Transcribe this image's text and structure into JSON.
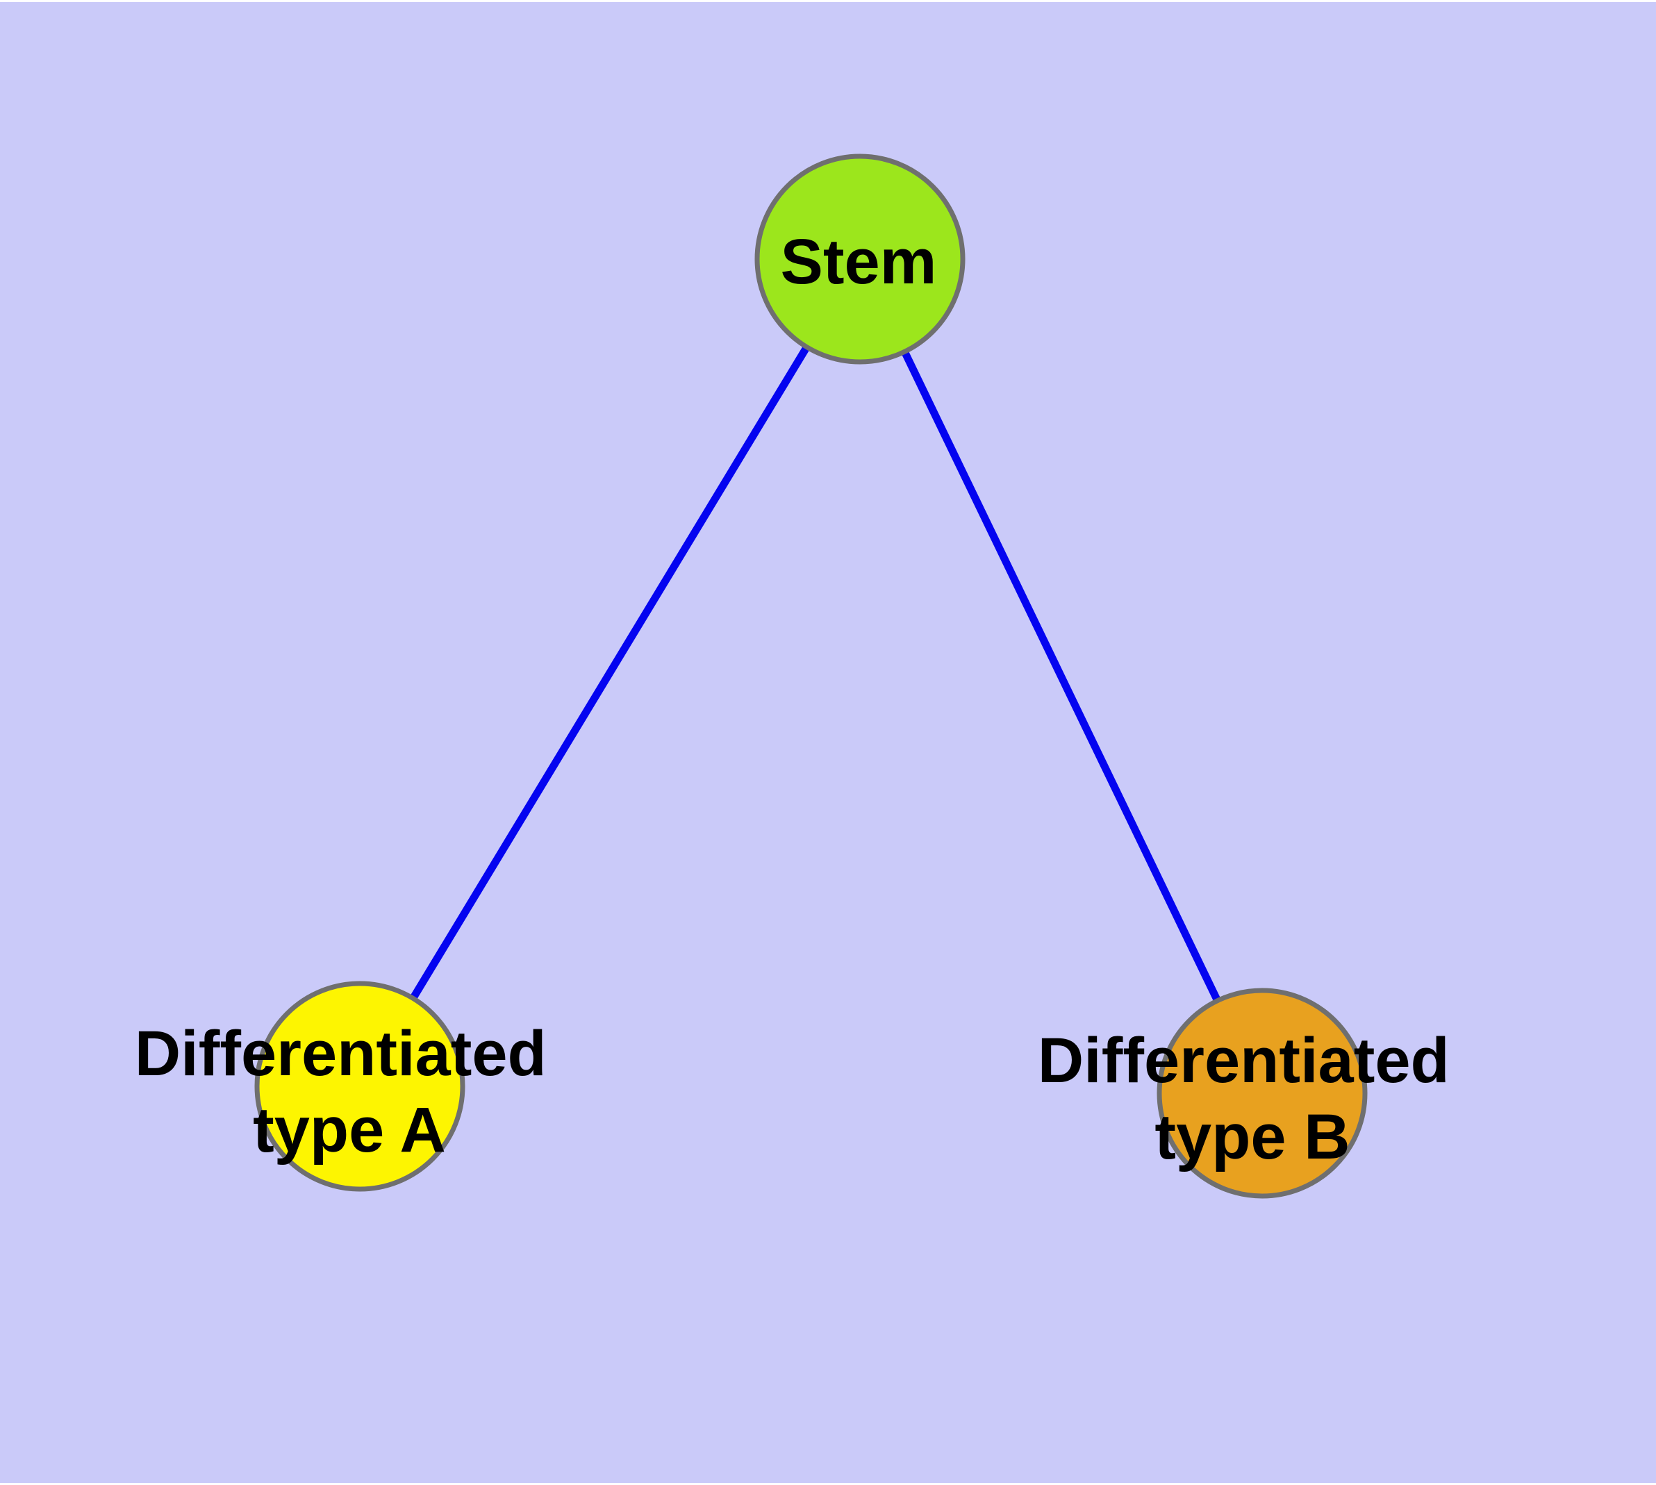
{
  "diagram": {
    "type": "graph",
    "description": "Cell differentiation tree: one stem node with two differentiated child nodes",
    "background_color": "#CACAF9",
    "frame_color": "#FFFFFF",
    "edge_color": "#0404F0",
    "node_border_color": "#6F6F6F",
    "label_color": "#000000",
    "nodes": [
      {
        "id": "stem",
        "label": "Stem",
        "line1": "Stem",
        "line2": "",
        "fill": "#9CE61C"
      },
      {
        "id": "differentiated-a",
        "label": "Differentiated type A",
        "line1": "Differentiated",
        "line2": "type A",
        "fill": "#FDF501"
      },
      {
        "id": "differentiated-b",
        "label": "Differentiated type B",
        "line1": "Differentiated",
        "line2": "type B",
        "fill": "#E8A11F"
      }
    ],
    "edges": [
      {
        "from": "Stem",
        "to": "Differentiated type A"
      },
      {
        "from": "Stem",
        "to": "Differentiated type B"
      }
    ]
  }
}
